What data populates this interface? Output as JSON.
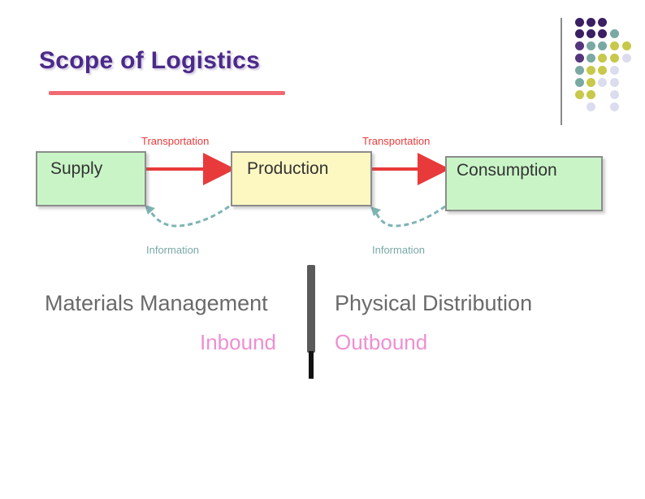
{
  "slide": {
    "title": "Scope of Logistics",
    "colors": {
      "title": "#4b2a8a",
      "underline": "#f06a72",
      "transport_arrow": "#e83a3a",
      "information_arrow": "#7fb3b3",
      "box_green": "#c9f5c6",
      "box_yellow": "#fdf7c2",
      "inbound_outbound": "#ee8fd2"
    }
  },
  "diagram": {
    "boxes": {
      "supply": "Supply",
      "production": "Production",
      "consumption": "Consumption"
    },
    "flows": {
      "transport_left": "Transportation",
      "transport_right": "Transportation",
      "info_left": "Information",
      "info_right": "Information"
    }
  },
  "sections": {
    "left_title": "Materials Management",
    "right_title": "Physical Distribution",
    "left_sub": "Inbound",
    "right_sub": "Outbound"
  }
}
